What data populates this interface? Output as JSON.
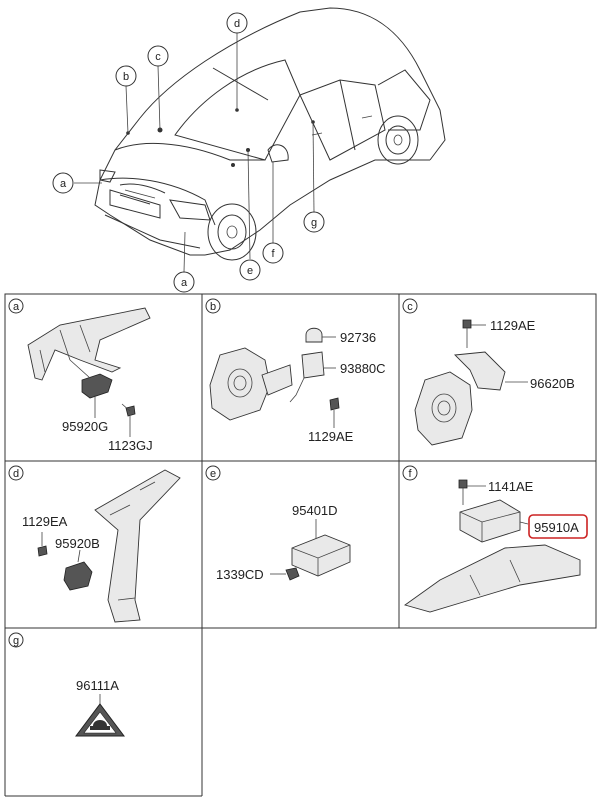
{
  "overview": {
    "callouts": [
      {
        "letter": "a"
      },
      {
        "letter": "b"
      },
      {
        "letter": "c"
      },
      {
        "letter": "d"
      },
      {
        "letter": "e"
      },
      {
        "letter": "f"
      },
      {
        "letter": "g"
      },
      {
        "letter": "a"
      }
    ]
  },
  "panels": {
    "a": {
      "letter": "a",
      "parts": [
        "95920G",
        "1123GJ"
      ]
    },
    "b": {
      "letter": "b",
      "parts": [
        "92736",
        "93880C",
        "1129AE"
      ]
    },
    "c": {
      "letter": "c",
      "parts": [
        "1129AE",
        "96620B"
      ]
    },
    "d": {
      "letter": "d",
      "parts": [
        "1129EA",
        "95920B"
      ]
    },
    "e": {
      "letter": "e",
      "parts": [
        "95401D",
        "1339CD"
      ]
    },
    "f": {
      "letter": "f",
      "parts": [
        "1141AE",
        "95910A"
      ]
    },
    "g": {
      "letter": "g",
      "parts": [
        "96111A"
      ]
    }
  },
  "highlight": {
    "part": "95910A",
    "color": "#cc2222"
  }
}
